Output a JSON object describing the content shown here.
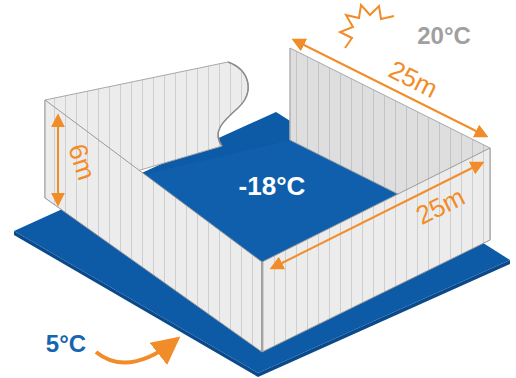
{
  "diagram": {
    "labels": [
      "20°C",
      "25m",
      "25m",
      "6m",
      "-18°C",
      "5°C"
    ]
  }
}
